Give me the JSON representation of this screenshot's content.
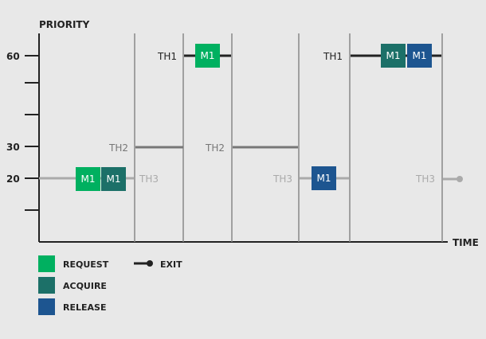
{
  "axis": {
    "y_title": "PRIORITY",
    "x_title": "TIME",
    "y_ticks": [
      "60",
      "30",
      "20"
    ]
  },
  "threads": {
    "th1": "TH1",
    "th2": "TH2",
    "th3": "TH3"
  },
  "mutex_label": "M1",
  "legend": {
    "request": "REQUEST",
    "acquire": "ACQUIRE",
    "release": "RELEASE",
    "exit": "EXIT"
  },
  "colors": {
    "request": "#00b060",
    "acquire": "#1c7068",
    "release": "#1d5590",
    "th1": "#222222",
    "th2": "#777777",
    "th3": "#aaaaaa",
    "background": "#e8e8e8"
  }
}
